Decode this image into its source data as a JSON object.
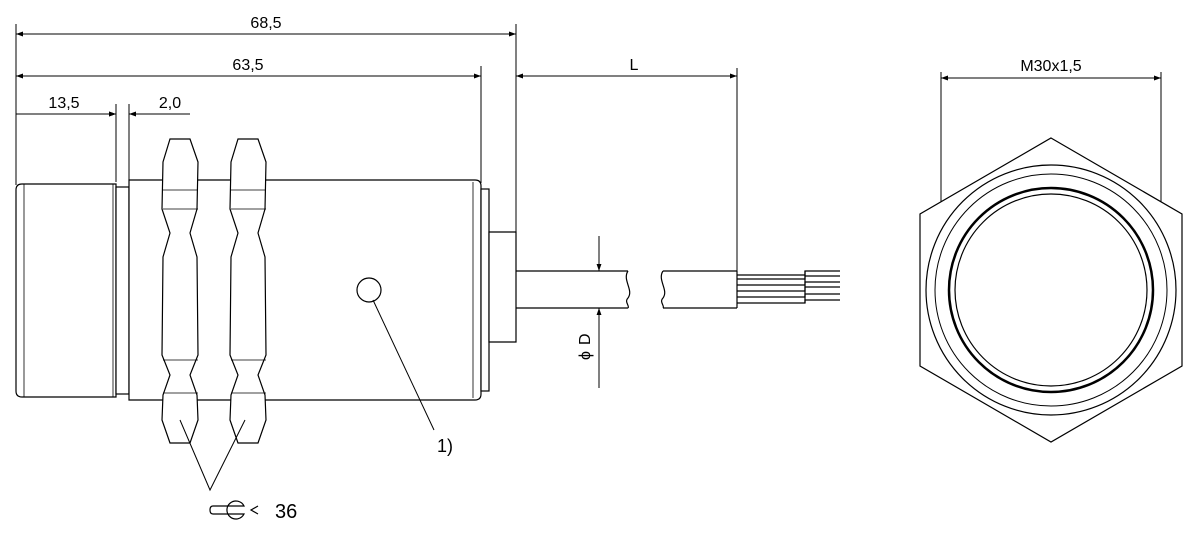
{
  "dimensions": {
    "overall_length": "68,5",
    "body_length": "63,5",
    "front_length": "13,5",
    "step_length": "2,0",
    "cable_length": "L",
    "cable_diameter": "D",
    "diameter_symbol": "ϕ",
    "thread": "M30x1,5"
  },
  "annotations": {
    "led_marker": "1)",
    "wrench_size": "36"
  },
  "colors": {
    "line": "#000000",
    "background": "#ffffff"
  }
}
